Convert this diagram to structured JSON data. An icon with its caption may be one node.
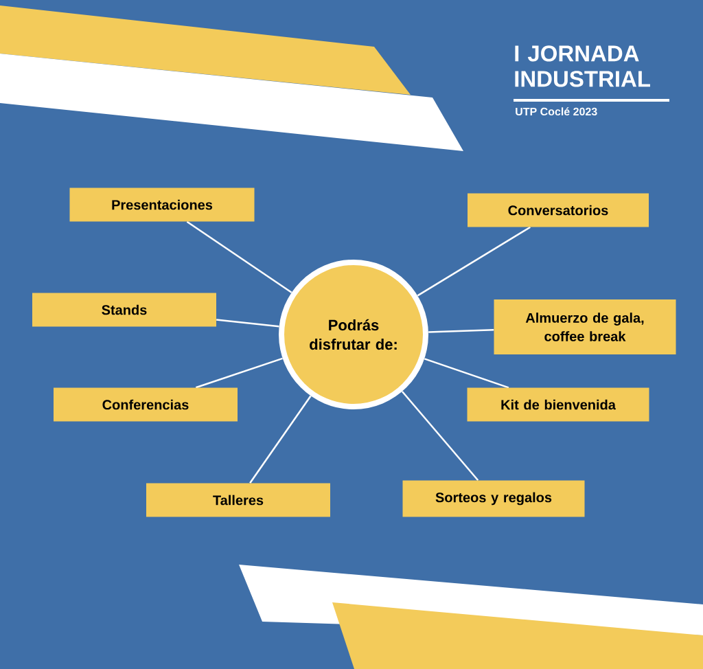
{
  "diagram": {
    "title": "I JORNADA INDUSTRIAL",
    "nodes": [
      {
        "text": [
          "Podrás disfrutar de:"
        ]
      },
      {
        "text": [
          "Presentaciones"
        ]
      },
      {
        "text": [
          "Conversatorios"
        ]
      },
      {
        "text": [
          "Stands"
        ]
      },
      {
        "text": [
          "Almuerzo de gala, coffee break"
        ]
      },
      {
        "text": [
          "Conferencias"
        ]
      },
      {
        "text": [
          "Kit de bienvenida"
        ]
      },
      {
        "text": [
          "Talleres"
        ]
      },
      {
        "text": [
          "Sorteos y regalos"
        ]
      }
    ],
    "edges": [
      {
        "from": 0,
        "to": 1,
        "arrow": "none"
      },
      {
        "from": 0,
        "to": 2,
        "arrow": "none"
      },
      {
        "from": 0,
        "to": 3,
        "arrow": "none"
      },
      {
        "from": 0,
        "to": 4,
        "arrow": "none"
      },
      {
        "from": 0,
        "to": 5,
        "arrow": "none"
      },
      {
        "from": 0,
        "to": 6,
        "arrow": "none"
      },
      {
        "from": 0,
        "to": 7,
        "arrow": "none"
      },
      {
        "from": 0,
        "to": 8,
        "arrow": "none"
      }
    ],
    "labels": [
      "UTP Coclé 2023"
    ]
  }
}
